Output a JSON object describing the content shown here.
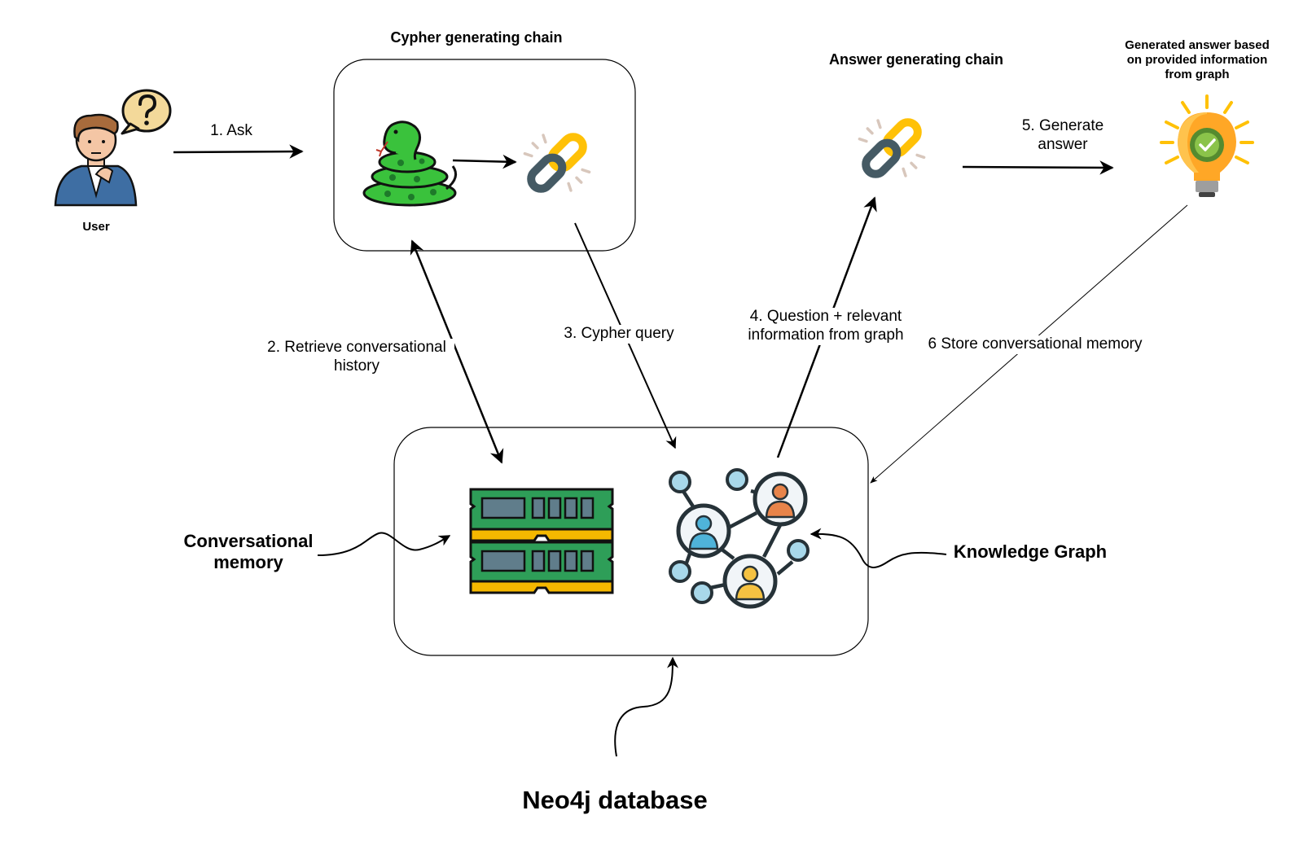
{
  "labels": {
    "user": "User",
    "cypher_chain": "Cypher generating chain",
    "answer_chain": "Answer generating chain",
    "generated_answer": "Generated answer based\non provided information\nfrom graph",
    "conversational_memory": "Conversational\nmemory",
    "knowledge_graph": "Knowledge Graph",
    "neo4j": "Neo4j database"
  },
  "edges": {
    "ask": "1. Ask",
    "retrieve": "2. Retrieve conversational\nhistory",
    "cypher_query": "3. Cypher query",
    "question": "4. Question + relevant\ninformation from graph",
    "generate": "5. Generate\nanswer",
    "store": "6 Store conversational memory"
  },
  "icons": {
    "user": "thinking-user-icon",
    "question_bubble": "question-bubble-icon",
    "snake": "python-snake-icon",
    "chain_link": "chain-link-icon",
    "lightbulb": "lightbulb-check-icon",
    "memory": "ram-memory-icon",
    "graph": "knowledge-graph-icon"
  },
  "colors": {
    "snake_green": "#3ac23c",
    "chain_dark": "#455a64",
    "chain_yellow": "#ffc107",
    "bulb_orange": "#ffa726",
    "ram_green": "#2e9e58",
    "ram_gold": "#f5b800",
    "graph_blue": "#4fb3d9",
    "graph_orange": "#e8844a",
    "graph_yellow": "#f5c242",
    "user_blue": "#3e6ea3"
  }
}
